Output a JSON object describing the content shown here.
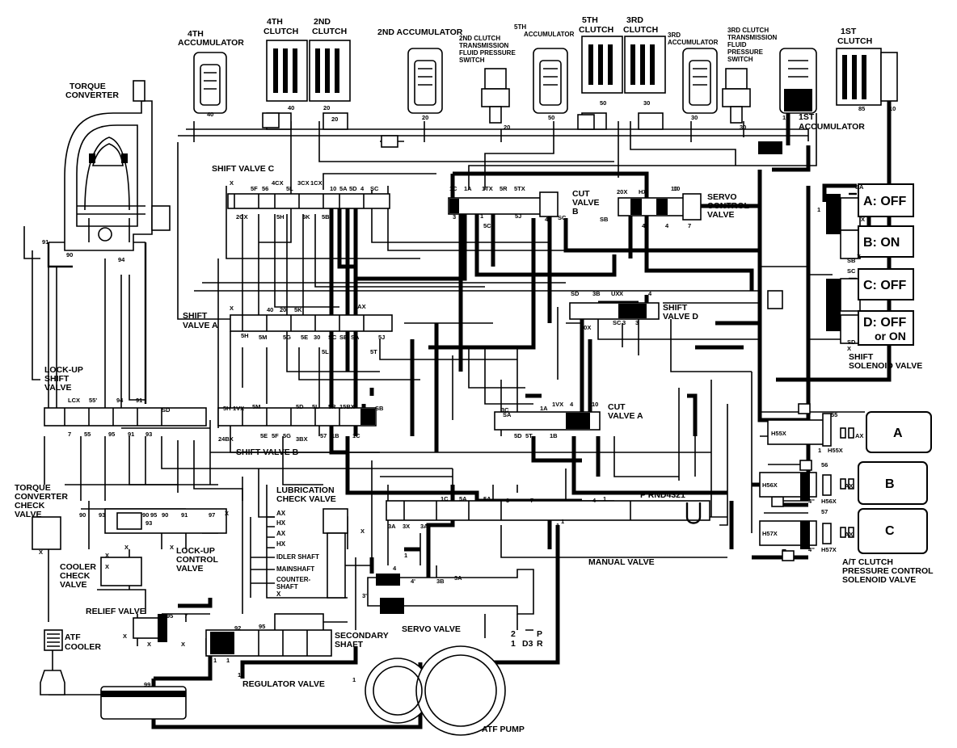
{
  "components": {
    "torque_converter": [
      "TORQUE",
      "CONVERTER"
    ],
    "accumulator_4th": [
      "4TH",
      "ACCUMULATOR"
    ],
    "clutch_4th": [
      "4TH",
      "CLUTCH"
    ],
    "clutch_2nd": [
      "2ND",
      "CLUTCH"
    ],
    "accumulator_2nd": [
      "2ND ACCUMULATOR"
    ],
    "switch_2nd_clutch": [
      "2ND CLUTCH",
      "TRANSMISSION",
      "FLUID PRESSURE",
      "SWITCH"
    ],
    "accumulator_5th": [
      "5TH",
      "ACCUMULATOR"
    ],
    "clutch_5th": [
      "5TH",
      "CLUTCH"
    ],
    "clutch_3rd": [
      "3RD",
      "CLUTCH"
    ],
    "accumulator_3rd": [
      "3RD",
      "ACCUMULATOR"
    ],
    "switch_3rd_clutch": [
      "3RD CLUTCH",
      "TRANSMISSION",
      "FLUID",
      "PRESSURE",
      "SWITCH"
    ],
    "clutch_1st": [
      "1ST",
      "CLUTCH"
    ],
    "accumulator_1st": [
      "1ST",
      "ACCUMULATOR"
    ],
    "shift_valve_c": "SHIFT VALVE C",
    "cut_valve_b": [
      "CUT",
      "VALVE",
      "B"
    ],
    "servo_control_valve": [
      "SERVO",
      "CONTROL",
      "VALVE"
    ],
    "shift_valve_a": [
      "SHIFT",
      "VALVE A"
    ],
    "shift_valve_d": [
      "SHIFT",
      "VALVE D"
    ],
    "lockup_shift_valve": [
      "LOCK-UP",
      "SHIFT",
      "VALVE"
    ],
    "shift_valve_b": "SHIFT VALVE B",
    "cut_valve_a": [
      "CUT",
      "VALVE A"
    ],
    "shift_solenoid_valve": [
      "SHIFT",
      "SOLENOID VALVE"
    ],
    "tc_check_valve": [
      "TORQUE",
      "CONVERTER",
      "CHECK",
      "VALVE"
    ],
    "lubrication_check_valve": [
      "LUBRICATION",
      "CHECK VALVE"
    ],
    "lockup_control_valve": [
      "LOCK-UP",
      "CONTROL",
      "VALVE"
    ],
    "cooler_check_valve": [
      "COOLER",
      "CHECK",
      "VALVE"
    ],
    "relief_valve": "RELIEF VALVE",
    "atf_cooler": [
      "ATF",
      "COOLER"
    ],
    "secondary_shaft": [
      "SECONDARY",
      "SHAFT"
    ],
    "servo_valve": "SERVO VALVE",
    "regulator_valve": "REGULATOR VALVE",
    "manual_valve": "MANUAL VALVE",
    "atf_pump": "ATF PUMP",
    "at_clutch_solenoid": [
      "A/T CLUTCH",
      "PRESSURE CONTROL",
      "SOLENOID VALVE"
    ]
  },
  "shift_solenoids": [
    {
      "id": "A",
      "state": "A: OFF"
    },
    {
      "id": "B",
      "state": "B: ON"
    },
    {
      "id": "C",
      "state": "C: OFF"
    },
    {
      "id": "D",
      "state": "D: OFF",
      "state2": "or ON"
    }
  ],
  "pressure_solenoids": [
    {
      "label": "A",
      "ports": [
        "H55X",
        "AX",
        "55",
        "1",
        "H55X"
      ]
    },
    {
      "label": "B",
      "ports": [
        "H56X",
        "AX",
        "56",
        "4''",
        "H56X"
      ]
    },
    {
      "label": "C",
      "ports": [
        "H57X",
        "AX",
        "57",
        "4''",
        "H57X"
      ]
    }
  ],
  "lube_points": [
    "AX",
    "HX",
    "AX",
    "HX",
    "IDLER SHAFT",
    "MAINSHAFT",
    "COUNTER-",
    "SHAFT",
    "X"
  ],
  "manual_positions": "P  RND4321",
  "manual_sub": [
    "2",
    "1",
    "D3",
    "P",
    "R"
  ],
  "ports": {
    "top": [
      "40",
      "40",
      "20",
      "20",
      "20",
      "50",
      "50",
      "30",
      "30",
      "30",
      "10",
      "85",
      "10",
      "20",
      "10"
    ],
    "shift_c": [
      "X",
      "5F",
      "56",
      "4CX",
      "5L",
      "3CX",
      "1CX",
      "10",
      "5A",
      "5D",
      "4",
      "SC",
      "2CX",
      "5H",
      "5K",
      "5B"
    ],
    "cut_b": [
      "1C",
      "1A",
      "1TX",
      "5R",
      "5TX",
      "3",
      "1",
      "5C",
      "5J",
      "4",
      "SC"
    ],
    "servo_ctrl": [
      "20X",
      "HX",
      "10",
      "SB",
      "4'",
      "4",
      "7"
    ],
    "shift_a": [
      "X",
      "40",
      "20",
      "5K",
      "5AX",
      "5H",
      "5M",
      "5G",
      "5E",
      "30",
      "SC",
      "SB",
      "SA",
      "5L",
      "5T",
      "5J"
    ],
    "shift_d": [
      "SD",
      "3B",
      "UX",
      "X",
      "4",
      "50X",
      "SC",
      "3",
      "3"
    ],
    "lockup": [
      "LCX",
      "55'",
      "94",
      "91",
      "SD",
      "7",
      "55",
      "95",
      "91",
      "93"
    ],
    "shift_b": [
      "1VX",
      "5H",
      "5M",
      "5D",
      "5L",
      "5R",
      "15BX",
      "SB",
      "24BX",
      "5E",
      "5F",
      "5G",
      "3BX",
      "57",
      "1B",
      "1C"
    ],
    "cut_a": [
      "1A",
      "1VX",
      "4",
      "10",
      "SA",
      "3C",
      "5D",
      "5T",
      "1B"
    ],
    "tc": [
      "91",
      "90",
      "94"
    ],
    "regulator": [
      "92",
      "95",
      "1",
      "1",
      "1",
      "1"
    ],
    "misc": [
      "90",
      "93",
      "90",
      "93",
      "90",
      "95",
      "91",
      "97",
      "X",
      "X",
      "X",
      "X",
      "X",
      "X",
      "1",
      "1",
      "1",
      "1",
      "3A",
      "3X",
      "3A",
      "1C",
      "5A",
      "5A",
      "3",
      "7",
      "4",
      "1",
      "4",
      "4'",
      "3B",
      "3A",
      "3'",
      "95",
      "7",
      "99",
      "X",
      "X",
      "X",
      "X",
      "SA",
      "SB",
      "SC",
      "SD",
      "1",
      "X",
      "X",
      "X"
    ]
  }
}
